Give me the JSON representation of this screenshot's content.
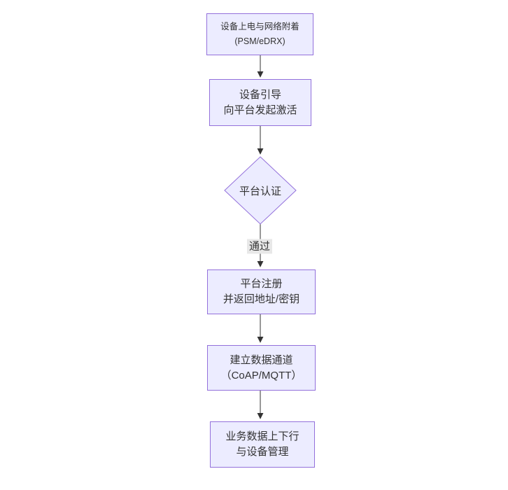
{
  "diagram": {
    "type": "flowchart",
    "direction": "top-down",
    "nodes": [
      {
        "id": "n1",
        "shape": "rect",
        "line1": "设备上电与网络附着",
        "line2": "(PSM/eDRX)"
      },
      {
        "id": "n2",
        "shape": "rect",
        "line1": "设备引导",
        "line2": "向平台发起激活"
      },
      {
        "id": "n3",
        "shape": "diamond",
        "line1": "平台认证"
      },
      {
        "id": "n4",
        "shape": "rect",
        "line1": "平台注册",
        "line2": "并返回地址/密钥"
      },
      {
        "id": "n5",
        "shape": "rect",
        "line1": "建立数据通道",
        "line2": "（CoAP/MQTT）"
      },
      {
        "id": "n6",
        "shape": "rect",
        "line1": "业务数据上下行",
        "line2": "与设备管理"
      }
    ],
    "edges": [
      {
        "from": "n1",
        "to": "n2",
        "label": ""
      },
      {
        "from": "n2",
        "to": "n3",
        "label": ""
      },
      {
        "from": "n3",
        "to": "n4",
        "label": "通过"
      },
      {
        "from": "n4",
        "to": "n5",
        "label": ""
      },
      {
        "from": "n5",
        "to": "n6",
        "label": ""
      }
    ],
    "colors": {
      "node_fill": "#ECECFF",
      "node_border": "#9370DB",
      "text": "#333333",
      "arrow": "#333333",
      "edge_label_bg": "#E8E8E8",
      "background": "#FFFFFF"
    }
  }
}
